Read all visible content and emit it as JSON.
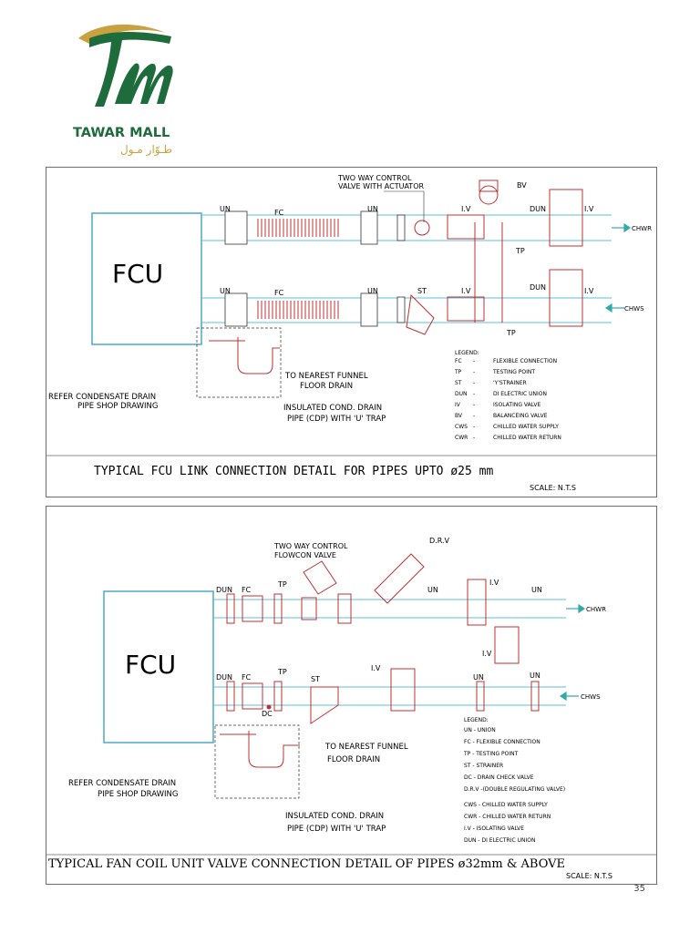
{
  "brand": {
    "name_en": "TAWAR MALL",
    "name_ar": "طـوّار مـول",
    "colors": {
      "green": "#1e6b3c",
      "gold": "#c9a23f"
    }
  },
  "diagram1": {
    "fcu_label": "FCU",
    "valve_callout": [
      "TWO WAY CONTROL",
      "VALVE WITH ACTUATOR"
    ],
    "top_labels": {
      "un1": "UN",
      "fc": "FC",
      "un2": "UN",
      "iv": "I.V",
      "bv": "BV",
      "dun": "DUN",
      "iv2": "I.V",
      "tp": "TP"
    },
    "bottom_labels": {
      "un1": "UN",
      "fc": "FC",
      "un2": "UN",
      "st": "ST",
      "iv": "I.V",
      "dun": "DUN",
      "iv2": "I.V",
      "tp": "TP"
    },
    "chwr": "CHWR",
    "chws": "CHWS",
    "funnel": [
      "TO NEAREST FUNNEL",
      "FLOOR DRAIN"
    ],
    "refer": [
      "REFER CONDENSATE DRAIN",
      "PIPE SHOP DRAWING"
    ],
    "insulated": [
      "INSULATED COND. DRAIN",
      "PIPE (CDP) WITH 'U' TRAP"
    ],
    "legend_title": "LEGEND:",
    "legend": [
      {
        "code": "FC",
        "desc": "FLEXIBLE CONNECTION"
      },
      {
        "code": "TP",
        "desc": "TESTING POINT"
      },
      {
        "code": "ST",
        "desc": "'Y'STRAINER"
      },
      {
        "code": "DUN",
        "desc": "DI ELECTRIC UNION"
      },
      {
        "code": "IV",
        "desc": "ISOLATING VALVE"
      },
      {
        "code": "BV",
        "desc": "BALANCEING VALVE"
      },
      {
        "code": "CWS",
        "desc": "CHILLED WATER SUPPLY"
      },
      {
        "code": "CWR",
        "desc": "CHILLED WATER RETURN"
      }
    ],
    "title": "TYPICAL FCU LINK CONNECTION DETAIL FOR PIPES UPTO ø25 mm",
    "scale": "SCALE: N.T.S"
  },
  "diagram2": {
    "fcu_label": "FCU",
    "valve_callout": [
      "TWO WAY CONTROL",
      "FLOWCON VALVE"
    ],
    "drv": "D.R.V",
    "top_labels": {
      "dun": "DUN",
      "fc": "FC",
      "tp": "TP",
      "un": "UN",
      "iv": "I.V",
      "un2": "UN"
    },
    "bottom_labels": {
      "dun": "DUN",
      "fc": "FC",
      "tp": "TP",
      "st": "ST",
      "dc": "DC",
      "iv": "I.V",
      "iv2": "I.V",
      "un": "UN",
      "un2": "UN"
    },
    "chwr": "CHWR",
    "chws": "CHWS",
    "funnel": [
      "TO NEAREST FUNNEL",
      "FLOOR DRAIN"
    ],
    "refer": [
      "REFER CONDENSATE DRAIN",
      "PIPE SHOP DRAWING"
    ],
    "insulated": [
      "INSULATED COND. DRAIN",
      "PIPE (CDP) WITH 'U' TRAP"
    ],
    "legend_title": "LEGEND:",
    "legend": [
      "UN  -  UNION",
      "FC  -  FLEXIBLE CONNECTION",
      "TP  -  TESTING POINT",
      "ST  -  STRAINER",
      "DC  -  DRAIN CHECK VALVE",
      "D.R.V -(DOUBLE REGULATING VALVE)",
      "CWS  -  CHILLED WATER SUPPLY",
      "CWR  -  CHILLED WATER RETURN",
      "I.V  -  ISOLATING VALVE",
      "DUN  -  DI ELECTRIC UNION"
    ],
    "title": "TYPICAL FAN COIL UNIT VALVE CONNECTION DETAIL OF PIPES ø32mm & ABOVE",
    "scale": "SCALE: N.T.S"
  },
  "page_number": "35"
}
